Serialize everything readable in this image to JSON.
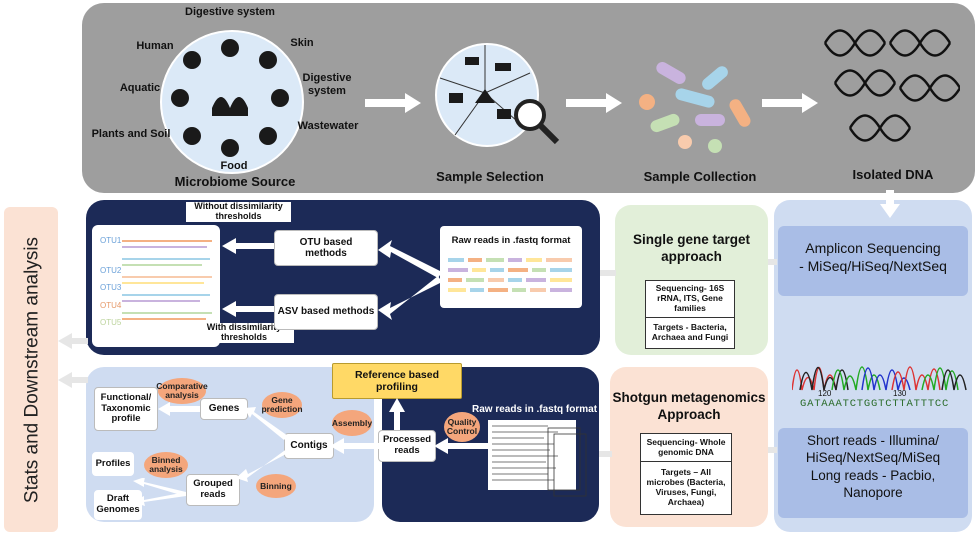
{
  "top_panel": {
    "sources_title": "Microbiome Source",
    "sources": {
      "digestive_top": "Digestive system",
      "skin": "Skin",
      "human": "Human",
      "digestive_right": "Digestive\nsystem",
      "aquatic": "Aquatic",
      "plants": "Plants and Soil",
      "wastewater": "Wastewater",
      "food": "Food"
    },
    "sample_selection": "Sample Selection",
    "sample_collection": "Sample Collection",
    "isolated_dna": "Isolated DNA"
  },
  "side_label": "Stats and Downstream analysis",
  "amplicon": {
    "main": "Amplicon Sequencing\n- MiSeq/HiSeq/NextSeq",
    "approach_title": "Single gene target\napproach",
    "sequencing": "Sequencing- 16S\nrRNA, ITS, Gene\nfamilies",
    "targets": "Targets - Bacteria,\nArchaea and Fungi",
    "raw_reads": "Raw reads in .fastq format",
    "otu_methods": "OTU based\nmethods",
    "asv_methods": "ASV based methods",
    "without_thresh": "Without dissimilarity\nthresholds",
    "with_thresh": "With dissimilarity\nthresholds",
    "otus": [
      "OTU1",
      "OTU2",
      "OTU3",
      "OTU4",
      "OTU5"
    ]
  },
  "shotgun": {
    "main": "Short reads - Illumina/\nHiSeq/NextSeq/MiSeq\nLong reads - Pacbio,\nNanopore",
    "approach_title": "Shotgun metagenomics\nApproach",
    "sequencing": "Sequencing- Whole\ngenomic DNA",
    "targets": "Targets – All\nmicrobes (Bacteria,\nViruses, Fungi,\nArchaea)",
    "raw_reads": "Raw reads in .fastq format",
    "quality_control": "Quality\nControl",
    "processed_reads": "Processed\nreads",
    "reference_profiling": "Reference based\nprofiling",
    "assembly": "Assembly",
    "contigs": "Contigs",
    "genes": "Genes",
    "gene_prediction": "Gene\nprediction",
    "comparative": "Comparative\nanalysis",
    "functional": "Functional/\nTaxonomic\nprofile",
    "binning": "Binning",
    "grouped_reads": "Grouped\nreads",
    "binned_analysis": "Binned\nanalysis",
    "profiles": "Profiles",
    "draft_genomes": "Draft\nGenomes"
  },
  "chromatogram": {
    "positions": [
      "120",
      "130"
    ],
    "sequence": "GATAAATCTGGTCTTATTTCC"
  },
  "colors": {
    "top_panel": "#9e9e9e",
    "navy": "#1c2a57",
    "light_blue_panel": "#cfdcf1",
    "blue_box": "#a9bde6",
    "green_panel": "#e2efd9",
    "peach_panel": "#fbe2d4",
    "orange_node": "#f4a67c",
    "reference_box": "#ffd966",
    "stats_bar": "#fbe2d4"
  }
}
